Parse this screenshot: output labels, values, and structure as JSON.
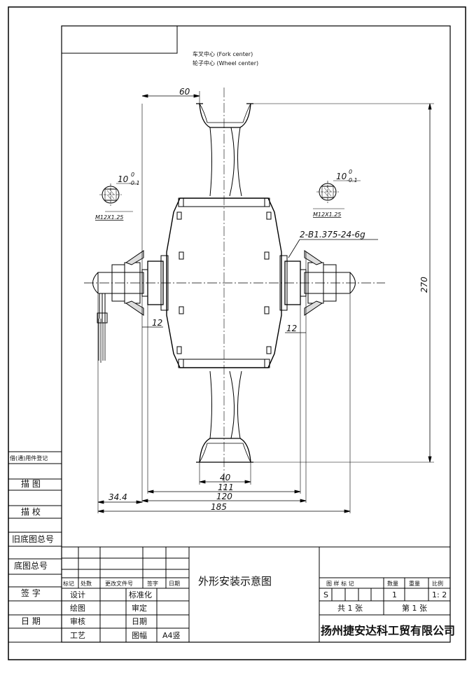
{
  "header_notes": {
    "fork_center": "车叉中心 (Fork center)",
    "wheel_center": "轮子中心 (Wheel center)"
  },
  "dimensions": {
    "d60": "60",
    "d270": "270",
    "d12_left": "12",
    "d12_right": "12",
    "d40": "40",
    "d111": "111",
    "d120": "120",
    "d185": "185",
    "d34_4": "34.4",
    "thread": "2-B1.375-24-6g"
  },
  "section_left": {
    "tol_main": "10",
    "tol_upper": "0",
    "tol_lower": "-0.1",
    "thread_label": "M12X1.25"
  },
  "section_right": {
    "tol_main": "10",
    "tol_upper": "0",
    "tol_lower": "-0.1",
    "thread_label": "M12X1.25"
  },
  "side_strip": {
    "labels": [
      "借(通)用件登记",
      "描 图",
      "描 校",
      "旧底图总号",
      "底图总号",
      "签 字",
      "日 期"
    ]
  },
  "title_block": {
    "revision_headers": [
      "标记",
      "处数",
      "更改文件号",
      "签字",
      "日期"
    ],
    "roles": [
      "设计",
      "绘图",
      "审核",
      "工艺"
    ],
    "approvals": [
      "标准化",
      "审定",
      "日期",
      "图幅"
    ],
    "sheet_size": "A4竖",
    "drawing_title": "外形安装示意图",
    "stage_label": "图 样 标 记",
    "qty_label": "数量",
    "weight_label": "重量",
    "scale_label": "比例",
    "stage_value": "S",
    "qty_value": "1",
    "scale_value": "1: 2",
    "sheets_total": "共 1 张",
    "sheet_number": "第 1 张",
    "company": "扬州捷安达科工贸有限公司"
  }
}
